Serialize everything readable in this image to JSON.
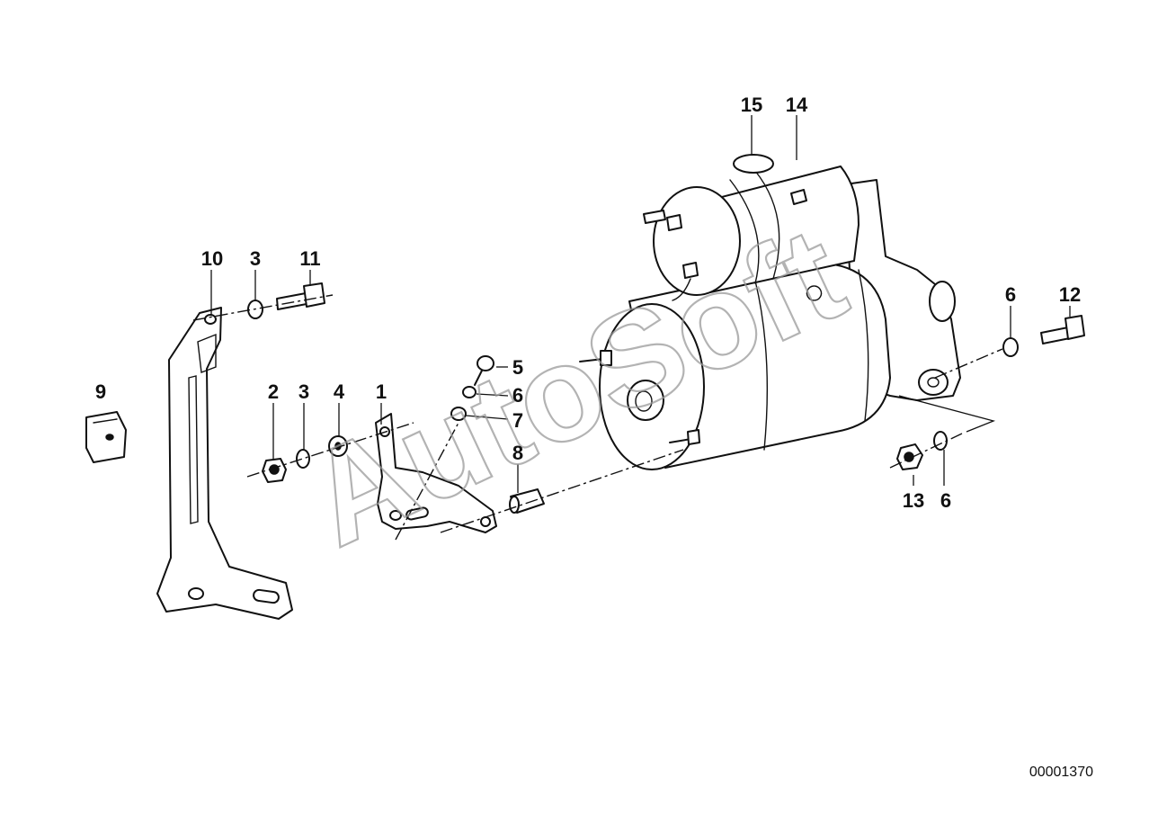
{
  "diagram": {
    "watermark": "AutoSoft",
    "document_id": "00001370",
    "callouts": {
      "c1": "1",
      "c2": "2",
      "c3a": "3",
      "c3b": "3",
      "c4": "4",
      "c5": "5",
      "c6a": "6",
      "c6b": "6",
      "c6c": "6",
      "c7": "7",
      "c8": "8",
      "c9": "9",
      "c10": "10",
      "c11": "11",
      "c12": "12",
      "c13": "13",
      "c14": "14",
      "c15": "15"
    }
  }
}
